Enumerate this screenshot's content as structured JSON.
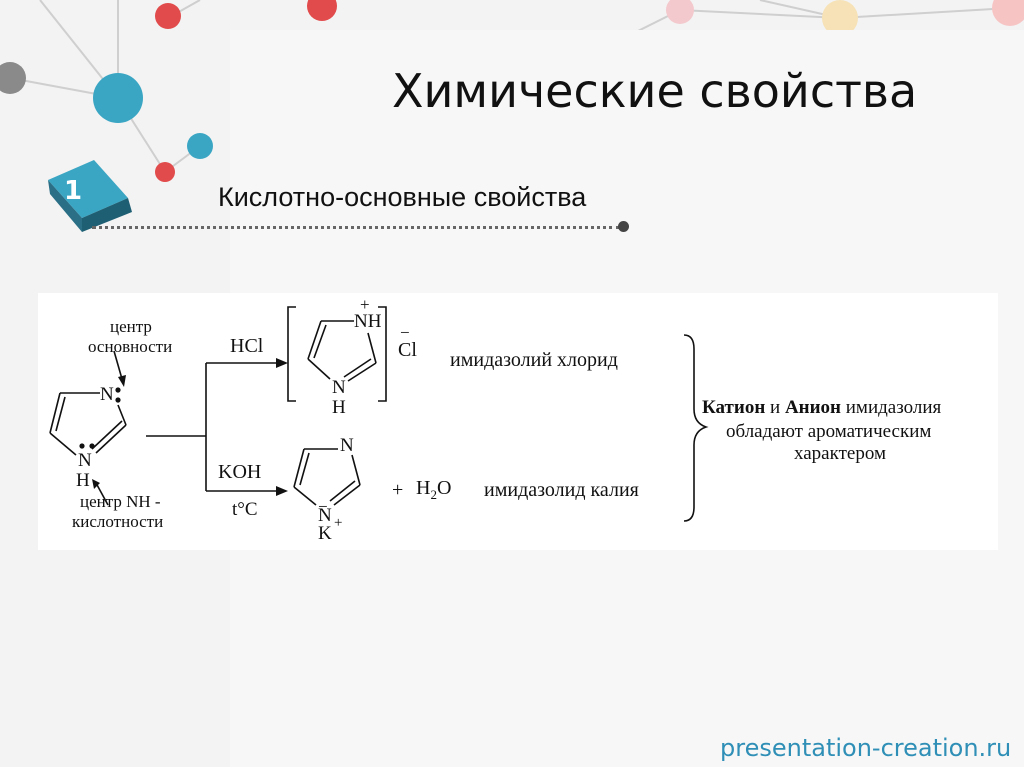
{
  "slide": {
    "title": "Химические свойства",
    "badge_number": "1",
    "subtitle": "Кислотно-основные свойства",
    "footer": "presentation-creation.ru"
  },
  "scheme": {
    "labels": {
      "center_basicity_1": "центр",
      "center_basicity_2": "основности",
      "center_nh_1": "центр NH -",
      "center_nh_2": "кислотности",
      "reagent_hcl": "HCl",
      "reagent_koh": "KOH",
      "condition": "t°C",
      "chloride_anion": "Cl",
      "plus_water": "+",
      "water": "H",
      "water_sub": "2",
      "water_o": "O",
      "product_chloride": "имидазолий хлорид",
      "product_potassium": "имидазолид калия",
      "note_cation": "Катион",
      "note_and": " и ",
      "note_anion": "Анион",
      "note_rest": " имидазолия",
      "note_line2": "обладают ароматическим",
      "note_line3": "характером"
    },
    "atoms": {
      "n": "N",
      "h": "H",
      "nh": "NH",
      "k": "K",
      "plus": "+",
      "minus": "−"
    }
  },
  "colors": {
    "accent_blue": "#2f8fb6",
    "accent_teal": "#3aa6c4",
    "accent_red": "#e14b4b",
    "accent_gray": "#8a8a8a"
  }
}
